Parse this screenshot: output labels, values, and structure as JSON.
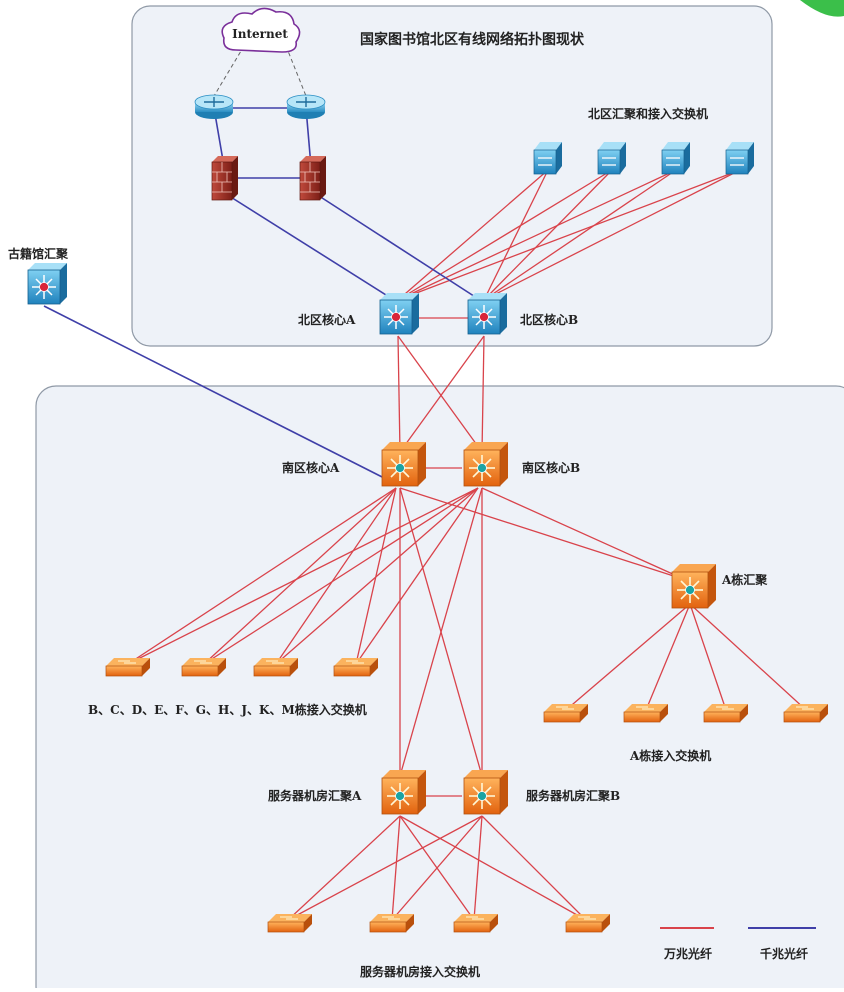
{
  "north_zone": {
    "title": "国家图书馆北区有线网络拓扑图现状"
  },
  "internet": {
    "label": "Internet"
  },
  "north_access_label": "北区汇聚和接入交换机",
  "ancient_agg_label": "古籍馆汇聚",
  "north_core_a": "北区核心A",
  "north_core_b": "北区核心B",
  "south_core_a": "南区核心A",
  "south_core_b": "南区核心B",
  "a_building_agg": "A栋汇聚",
  "bm_access_label": "B、C、D、E、F、G、H、J、K、M栋接入交换机",
  "a_access_label": "A栋接入交换机",
  "server_agg_a": "服务器机房汇聚A",
  "server_agg_b": "服务器机房汇聚B",
  "server_access_label": "服务器机房接入交换机",
  "legend": {
    "ten_g_label": "万兆光纤",
    "one_g_label": "千兆光纤",
    "ten_g_color": "#d9434b",
    "one_g_color": "#3f3fa8"
  },
  "colors": {
    "north_switch": "#2a8fc7",
    "south_switch": "#f07a1e",
    "zone_fill": "#eef2f8",
    "accent_tab": "#3bbf4a"
  }
}
